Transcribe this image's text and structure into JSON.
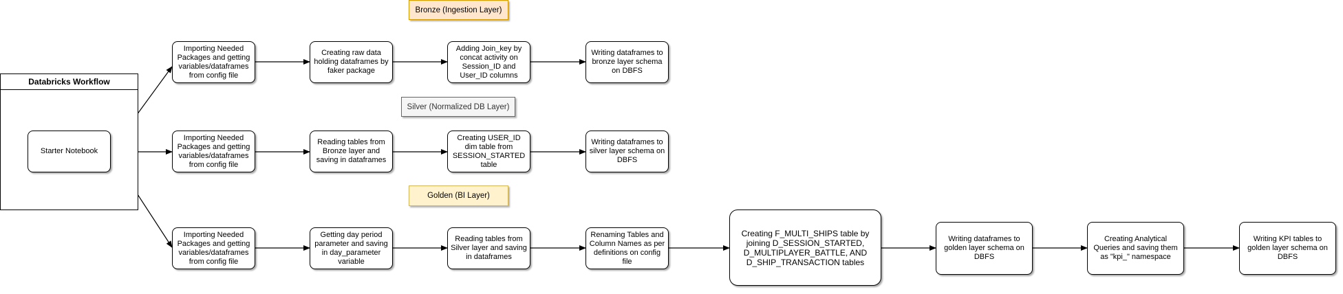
{
  "workflow": {
    "title": "Databricks Workflow",
    "starter": "Starter Notebook"
  },
  "layers": {
    "bronze": "Bronze (Ingestion Layer)",
    "silver": "Silver (Normalized DB Layer)",
    "golden": "Golden (BI Layer)"
  },
  "bronze_steps": [
    "Importing Needed Packages and getting variables/dataframes from config file",
    "Creating raw data holding dataframes by faker package",
    "Adding Join_key by concat activity on Session_ID and User_ID columns",
    "Writing dataframes to bronze layer schema on DBFS"
  ],
  "silver_steps": [
    "Importing Needed Packages and getting variables/dataframes from config file",
    "Reading tables from Bronze layer and saving in dataframes",
    "Creating USER_ID dim table from SESSION_STARTED table",
    "Writing dataframes to silver layer schema on DBFS"
  ],
  "golden_steps": [
    "Importing Needed Packages and getting variables/dataframes from config file",
    "Getting day period parameter and saving in day_parameter variable",
    "Reading tables from Silver layer and saving in dataframes",
    "Renaming Tables and Column Names as per definitions on config file",
    "Creating F_MULTI_SHIPS table by joining D_SESSION_STARTED, D_MULTIPLAYER_BATTLE, AND D_SHIP_TRANSACTION tables",
    "Writing dataframes to golden layer schema on DBFS",
    "Creating Analytical Queries and saving them as \"kpi_\" namespace",
    "Writing KPI tables to golden layer schema on DBFS"
  ]
}
